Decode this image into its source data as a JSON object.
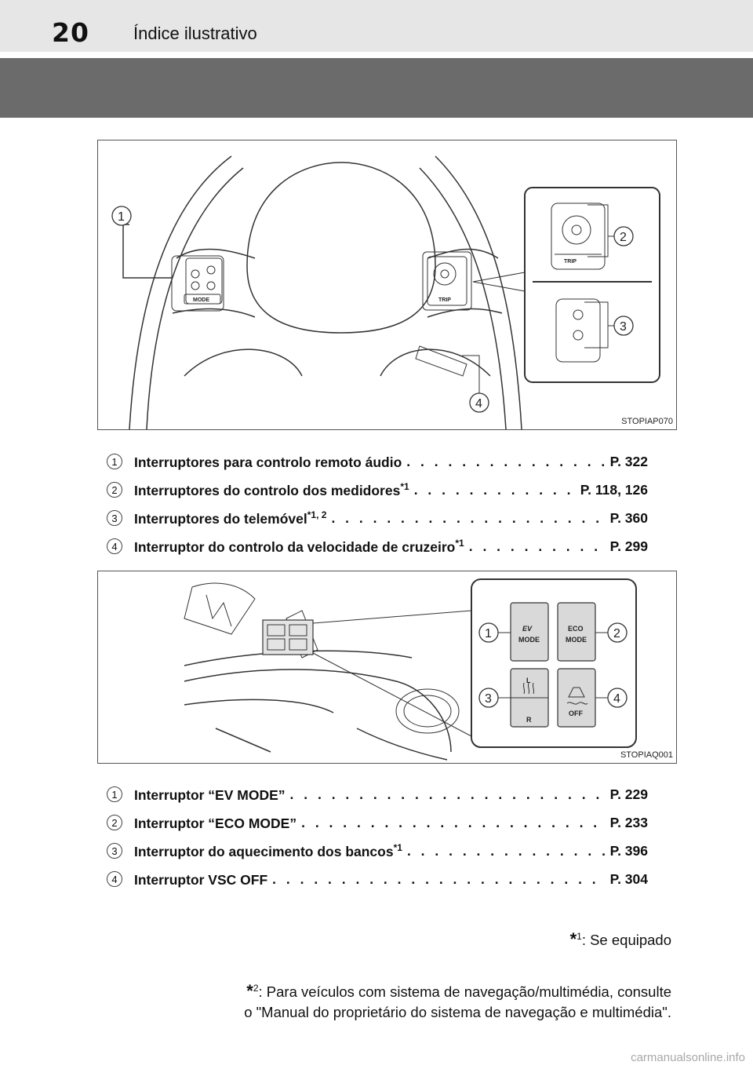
{
  "header": {
    "page_number": "20",
    "section_title": "Índice ilustrativo"
  },
  "figure1": {
    "code": "STOPIAP070",
    "callouts": [
      "1",
      "2",
      "3",
      "4"
    ],
    "switch_labels": {
      "mode": "MODE",
      "trip": "TRIP"
    }
  },
  "legend1": [
    {
      "num": "1",
      "text": "Interruptores para controlo remoto áudio",
      "sup": "",
      "page": "P. 322"
    },
    {
      "num": "2",
      "text": "Interruptores do controlo dos medidores",
      "sup": "*1",
      "page": "P. 118, 126"
    },
    {
      "num": "3",
      "text": "Interruptores do telemóvel",
      "sup": "*1, 2",
      "page": "P. 360"
    },
    {
      "num": "4",
      "text": "Interruptor do controlo da velocidade de cruzeiro",
      "sup": "*1",
      "page": "P. 299"
    }
  ],
  "figure2": {
    "code": "STOPIAQ001",
    "callouts": [
      "1",
      "2",
      "3",
      "4"
    ],
    "buttons": {
      "ev": "EV",
      "ev_mode": "MODE",
      "eco": "ECO",
      "eco_mode": "MODE",
      "seat_left": "L",
      "seat_right": "R",
      "vsc_off": "OFF"
    }
  },
  "legend2": [
    {
      "num": "1",
      "text": "Interruptor “EV MODE”",
      "sup": "",
      "page": "P. 229"
    },
    {
      "num": "2",
      "text": "Interruptor “ECO MODE”",
      "sup": "",
      "page": "P. 233"
    },
    {
      "num": "3",
      "text": "Interruptor do aquecimento dos bancos",
      "sup": "*1",
      "page": "P. 396"
    },
    {
      "num": "4",
      "text": "Interruptor VSC OFF",
      "sup": "",
      "page": "P. 304"
    }
  ],
  "footnotes": {
    "fn1_star": "*",
    "fn1_sup": "1",
    "fn1_text": ": Se equipado",
    "fn2_star": "*",
    "fn2_sup": "2",
    "fn2_text_line1": ": Para veículos com sistema de navegação/multimédia, consulte",
    "fn2_text_line2": "o \"Manual do proprietário do sistema de navegação e multimédia\"."
  },
  "watermark": "carmanualsonline.info"
}
